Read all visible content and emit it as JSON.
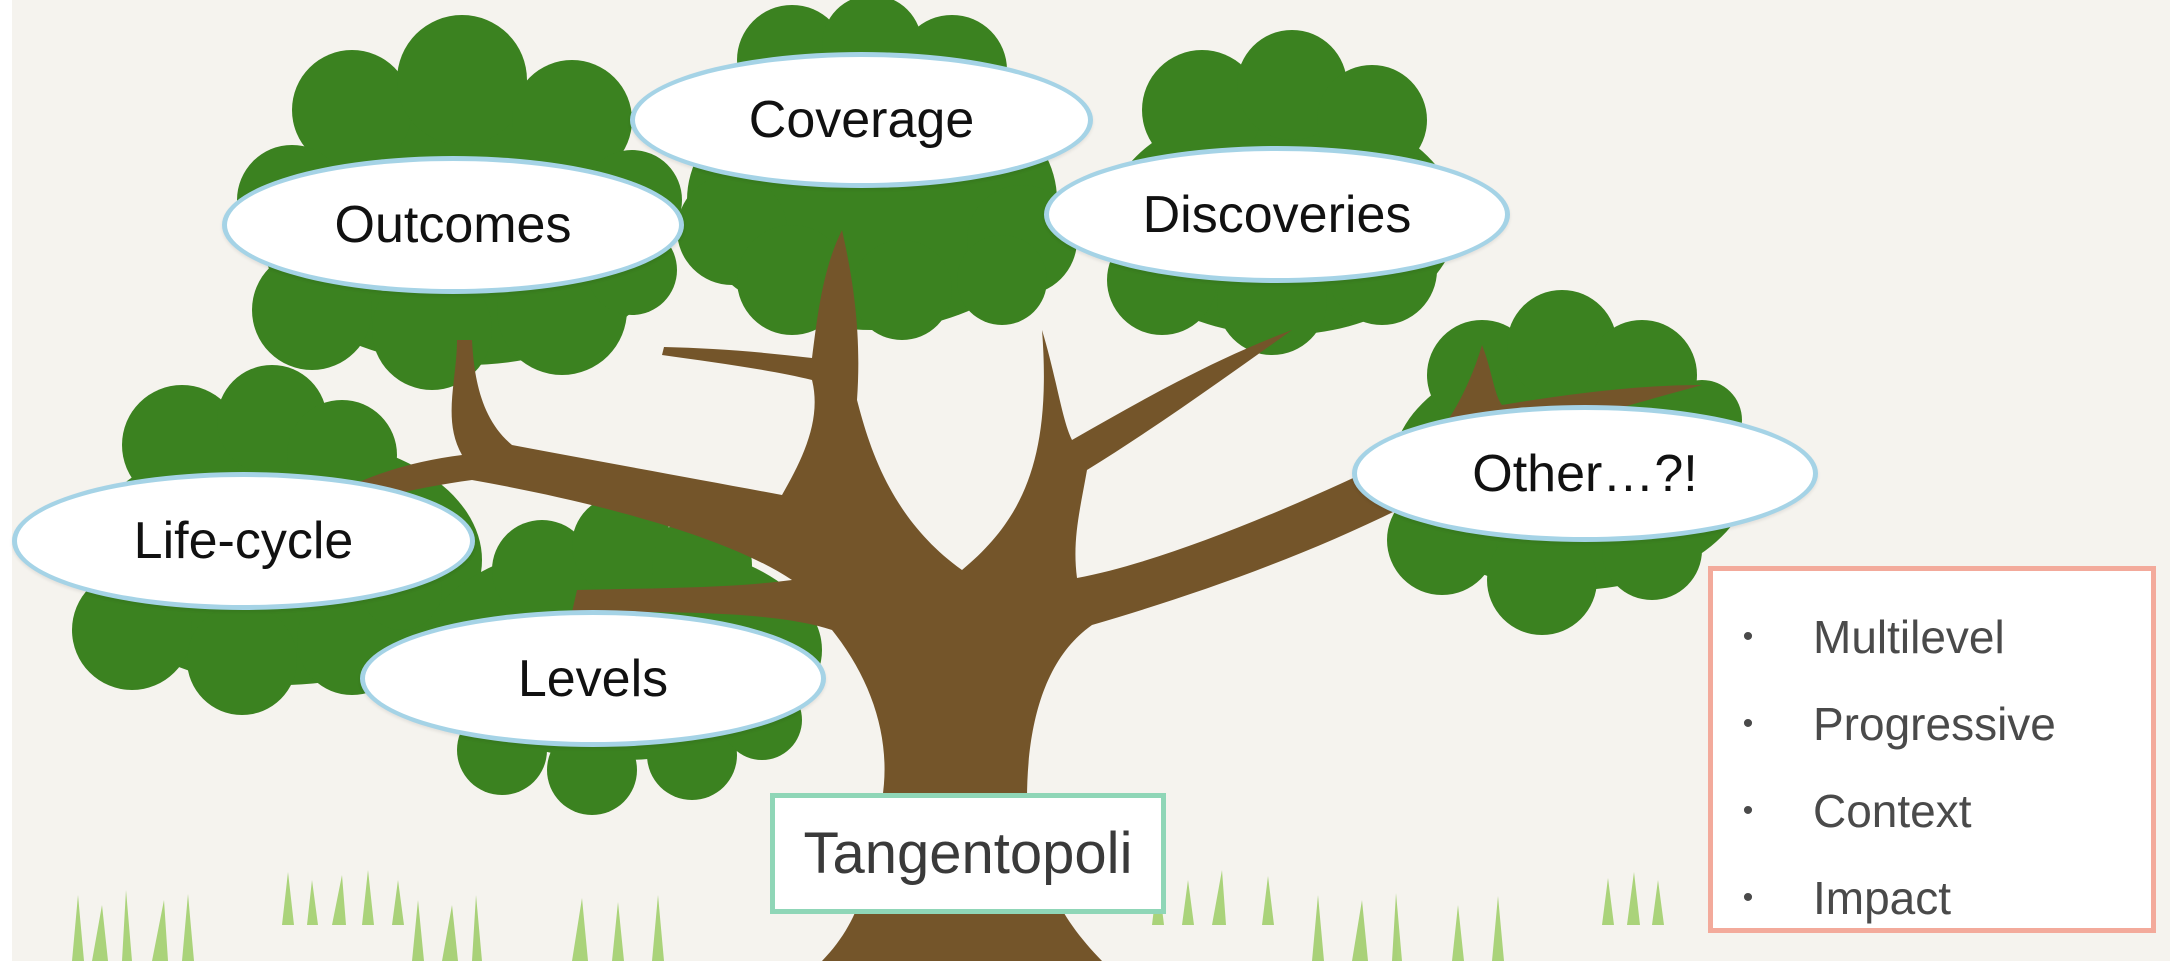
{
  "tree": {
    "ovals": [
      {
        "id": "outcomes",
        "label": "Outcomes"
      },
      {
        "id": "coverage",
        "label": "Coverage"
      },
      {
        "id": "discoveries",
        "label": "Discoveries"
      },
      {
        "id": "other",
        "label": "Other…?!"
      },
      {
        "id": "life-cycle",
        "label": "Life-cycle"
      },
      {
        "id": "levels",
        "label": "Levels"
      }
    ],
    "root_label": "Tangentopoli"
  },
  "bullets": [
    "Multilevel",
    "Progressive",
    "Context",
    "Impact"
  ],
  "colors": {
    "foliage": "#3b8220",
    "trunk": "#74552a",
    "background": "#f5f3ee",
    "oval_border": "#a5d3e6",
    "root_border": "#8fd6b7",
    "bullet_border": "#f3aa9b",
    "grass": "#8bc34a"
  }
}
